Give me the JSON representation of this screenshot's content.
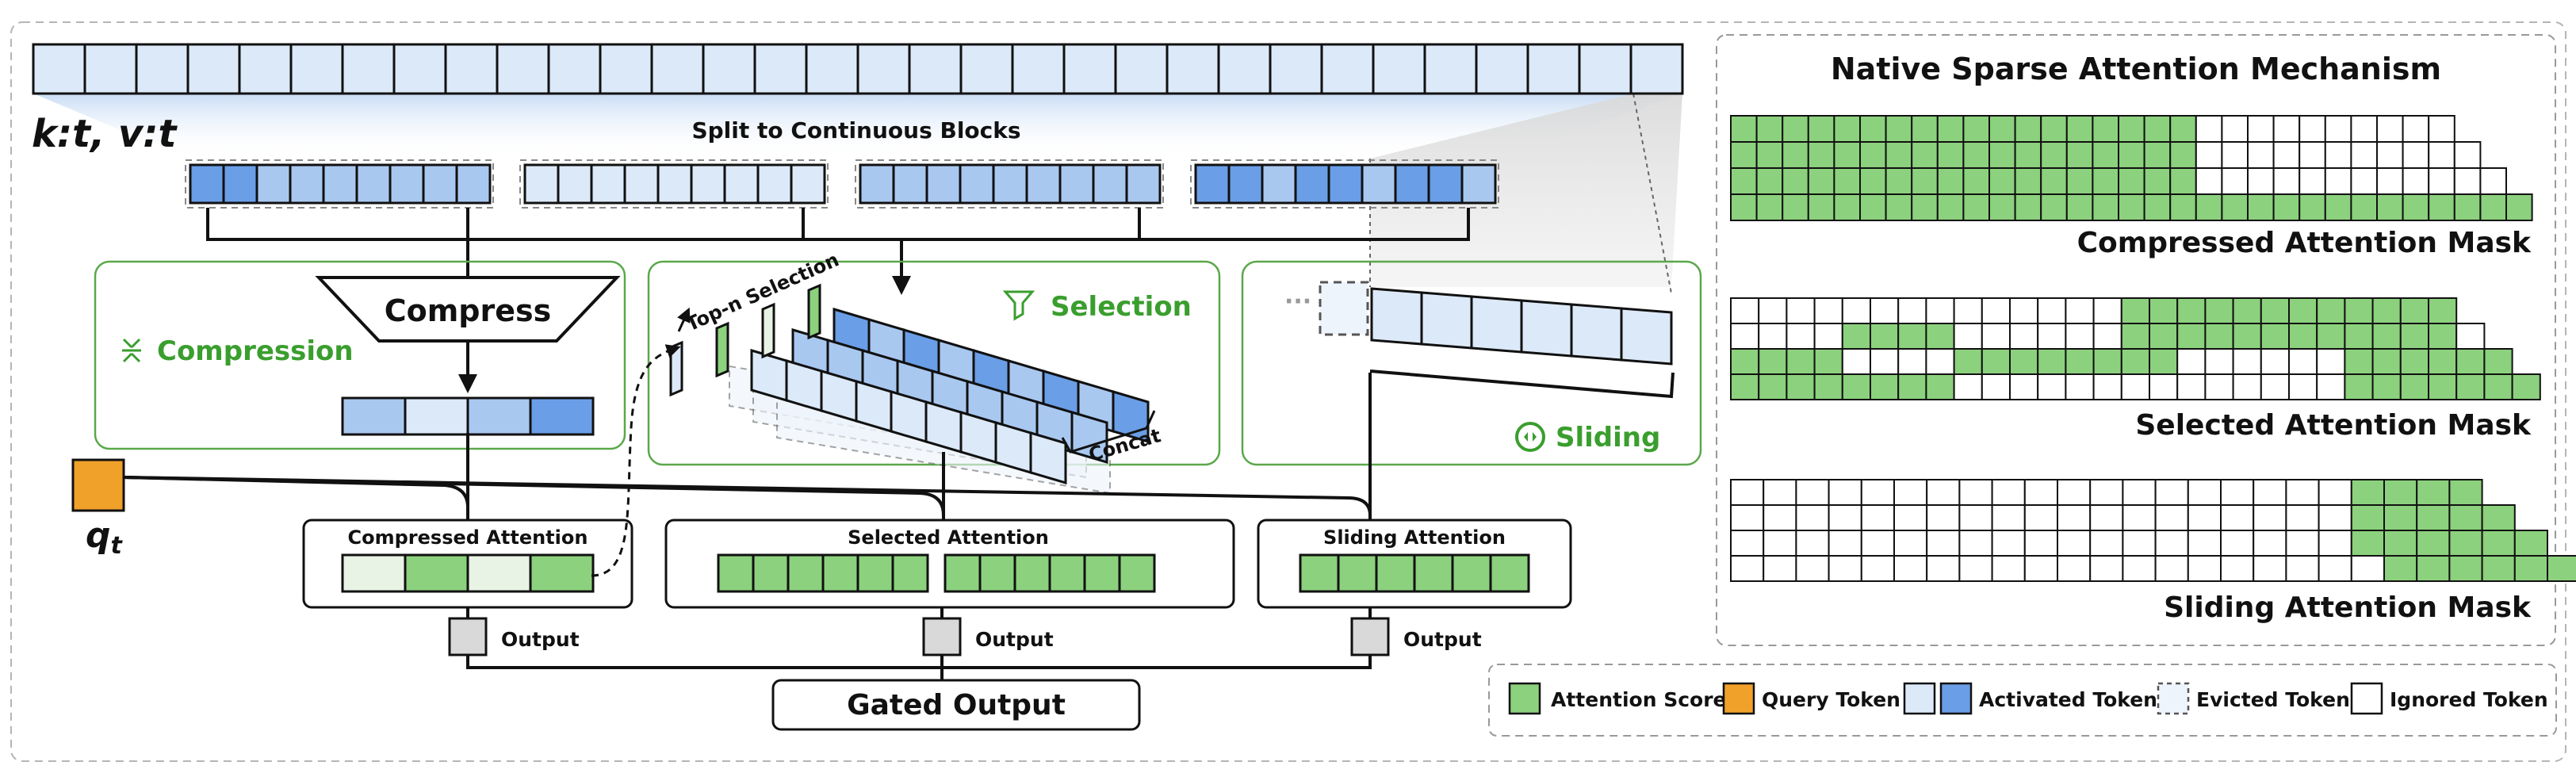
{
  "labels": {
    "kv": "k:t, v:t",
    "split": "Split to Continuous Blocks",
    "compress": "Compress",
    "compression": "Compression",
    "selection": "Selection",
    "top_n": "Top-n Selection",
    "concat": "Concat",
    "sliding": "Sliding",
    "ellipsis": "···",
    "query": "q",
    "query_sub": "t",
    "compressed_attention": "Compressed Attention",
    "selected_attention": "Selected Attention",
    "sliding_attention": "Sliding Attention",
    "output": "Output",
    "gated_output": "Gated Output"
  },
  "panel": {
    "title": "Native Sparse Attention Mechanism",
    "mask_compressed": "Compressed Attention Mask",
    "mask_selected": "Selected Attention Mask",
    "mask_sliding": "Sliding Attention Mask"
  },
  "legend": {
    "attention_score": "Attention Score",
    "query_token": "Query Token",
    "activated_token": "Activated Token",
    "evicted_token": "Evicted Token",
    "ignored_token": "Ignored Token"
  },
  "colors": {
    "green": "#8cd17d",
    "green_label": "#3a9e2e",
    "light_blue": "#dce9f8",
    "mid_blue": "#a9c8f0",
    "dark_blue": "#6a9ee6",
    "orange": "#f0a12a",
    "frame_green": "#5aa84a"
  },
  "masks": {
    "compressed_rows": [
      "1111111111111111110000000000",
      "11111111111111111100000000000",
      "111111111111111111000000000000",
      "1111111111111111111111111111111"
    ],
    "selected_rows": [
      "00000000000000111111111111",
      "000011110000001111111111110",
      "1111000011111111000000111111",
      "11111111000000000000001111111"
    ],
    "sliding_rows": [
      "00000000000000000001111",
      "000000000000000000011111",
      "0000000000000000000111111",
      "00000000000000000000111111"
    ]
  }
}
